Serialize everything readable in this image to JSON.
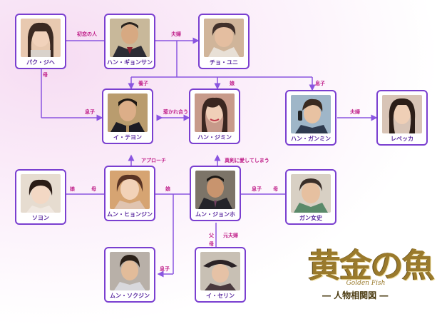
{
  "people": {
    "park_jihye": "パク・ジヘ",
    "han_gyeongsan": "ハン・ギョンサン",
    "cho_yuni": "チョ・ユニ",
    "lee_taeyoung": "イ・テヨン",
    "han_jimin": "ハン・ジミン",
    "han_gangmin": "ハン・ガンミン",
    "rebecca": "レベッカ",
    "soyeon": "ソヨン",
    "moon_hyunjin": "ムン・ヒョンジン",
    "moon_jongho": "ムン・ジョンホ",
    "gang_lady": "ガン女史",
    "moon_sokjin": "ムン・ソクジン",
    "lee_serin": "イ・セリン"
  },
  "relations": {
    "first_love": "初恋の人",
    "couple_top": "夫婦",
    "adopted_son": "養子",
    "daughter_jimin": "娘",
    "son_gangmin": "息子",
    "mother_park": "母",
    "son_taeyoung": "息子",
    "attracted": "惹かれ合う",
    "couple_rebecca": "夫婦",
    "approach": "アプローチ",
    "serious_love": "真剣に愛してしまう",
    "daughter_soyeon": "娘",
    "mother_soyeon": "母",
    "daughter_hyunjin": "娘",
    "son_jongho": "息子",
    "mother_gang": "母",
    "son_sokjin": "息子",
    "father": "父",
    "mother_serin": "母",
    "former_couple": "元夫婦"
  },
  "logo": {
    "title": "黄金の魚",
    "subtitle": "Golden Fish",
    "caption": "― 人物相関図 ―"
  },
  "colors": {
    "card_border": "#7a3fd0",
    "line": "#8a55e0",
    "label": "#c0208a"
  }
}
